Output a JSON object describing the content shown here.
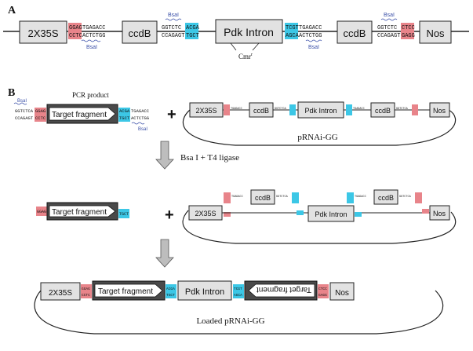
{
  "panel_a": {
    "label": "A",
    "elements": {
      "promoter": "2X35S",
      "ccdb": "ccdB",
      "intron": "Pdk Intron",
      "terminator": "Nos",
      "cmr": "Cmr",
      "cmr_sup": "r",
      "bsai": "BsaI"
    },
    "seq": {
      "ggag": "GGAG",
      "cctc": "CCTC",
      "ggag_tail": "TGAGACC",
      "cctc_tail": "ACTCTGG",
      "ggtctc": "GGTCTC",
      "ccagag": "CCAGAGT",
      "acga": "ACGA",
      "tgct": "TGCT",
      "tcgt": "TCGT",
      "agca": "AGCA",
      "tgagacc": "TGAGACC",
      "actctgg": "ACTCTGG",
      "ggtctc2": "GGTCTC",
      "ccagagt2": "CCAGAGT",
      "ctcc": "CTCC",
      "gagg": "GAGG"
    },
    "colors": {
      "red": "#e8848a",
      "blue": "#3cc7e6",
      "box": "#e2e2e2"
    }
  },
  "panel_b": {
    "label": "B",
    "pcr_product": "PCR product",
    "target_fragment": "Target fragment",
    "plasmid_name": "pRNAi-GG",
    "reaction": "Bsa I + T4 ligase",
    "loaded_name": "Loaded pRNAi-GG",
    "plus": "+",
    "pcr_seq": {
      "top_left": "GGTCTCA",
      "bottom_left": "CCAGAGT",
      "ggag": "GGAG",
      "cctc": "CCTC",
      "acga": "ACGA",
      "tgct": "TGCT",
      "top_right": "TGAGACC",
      "bottom_right": "ACTCTGG"
    }
  }
}
